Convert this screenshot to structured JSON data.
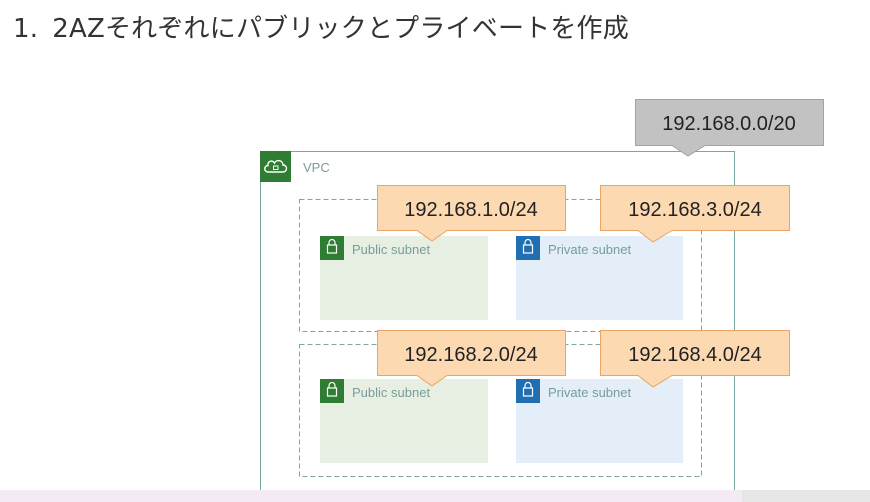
{
  "heading": {
    "number": "1.",
    "text": "2AZそれぞれにパブリックとプライベートを作成"
  },
  "vpc": {
    "label": "VPC",
    "cidr": "192.168.0.0/20"
  },
  "subnets": [
    {
      "kind": "public",
      "label": "Public subnet",
      "cidr": "192.168.1.0/24"
    },
    {
      "kind": "private",
      "label": "Private subnet",
      "cidr": "192.168.3.0/24"
    },
    {
      "kind": "public",
      "label": "Public subnet",
      "cidr": "192.168.2.0/24"
    },
    {
      "kind": "private",
      "label": "Private subnet",
      "cidr": "192.168.4.0/24"
    }
  ],
  "colors": {
    "vpc_border": "#7ba7a3",
    "vpc_icon": "#2e7d32",
    "public_fill": "#e7efe3",
    "public_icon": "#2e7d32",
    "private_fill": "#e3eef8",
    "private_icon": "#1f6fb2",
    "subnet_text": "#7a9c9a",
    "callout_fill": "#fdd9b2",
    "callout_stroke": "#e8a567",
    "vpc_callout_fill": "#c2c2c2",
    "vpc_callout_stroke": "#a3a3a3"
  }
}
